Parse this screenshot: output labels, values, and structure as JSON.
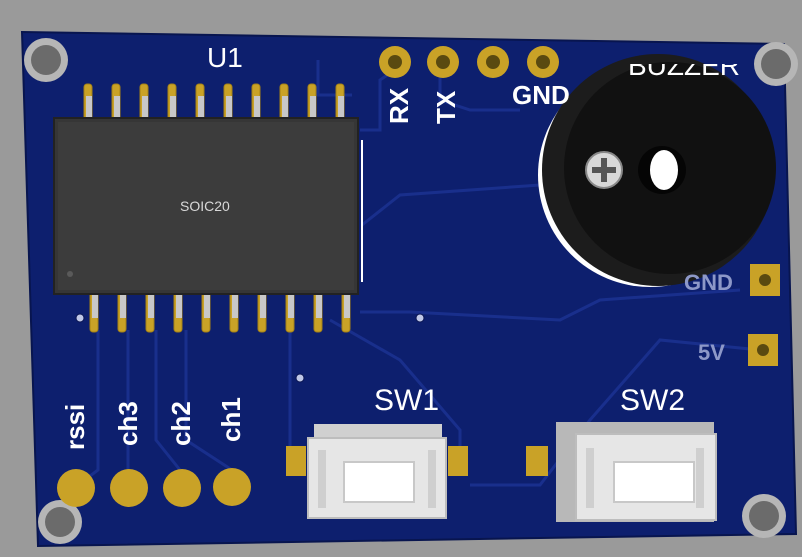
{
  "board": {
    "colors": {
      "background": "#9a9a9a",
      "pcb": "#0d1f6e",
      "trace": "#1a2f86",
      "gold": "#c9a227",
      "silkscreen": "#ffffff",
      "chip": "#3a3a3a",
      "buzzer": "#1c1c1c",
      "button_body": "#e6e6e6"
    }
  },
  "ic": {
    "designator": "U1",
    "package": "SOIC20"
  },
  "header_top": {
    "pins": [
      "RX",
      "TX",
      "",
      "GND"
    ]
  },
  "buzzer": {
    "label": "BUZZER"
  },
  "power_pins": {
    "gnd_label": "GND",
    "v5_label": "5V"
  },
  "channels": {
    "labels": [
      "rssi",
      "ch3",
      "ch2",
      "ch1"
    ]
  },
  "switches": {
    "sw1": "SW1",
    "sw2": "SW2"
  },
  "icons": [
    "mounting-hole-icon",
    "phillips-screw-icon"
  ]
}
